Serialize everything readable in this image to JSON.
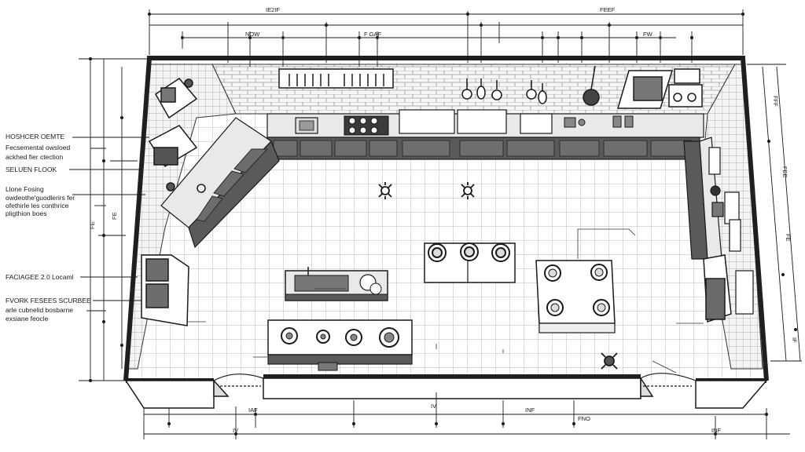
{
  "title": "",
  "colors": {
    "ink": "#1a1a1a",
    "wall": "#1f1f1f",
    "cabinet": "#5a5a5a",
    "floor": "#ffffff",
    "tile": "#b9b9b9"
  },
  "callouts": [
    {
      "lines": [
        "HOSHCER OEMTE"
      ]
    },
    {
      "lines": [
        "Fecsemental owsloed",
        "ackhed fier ctection"
      ]
    },
    {
      "lines": [
        "SELUEN FLOOK"
      ]
    },
    {
      "lines": [
        "Llone Fosing",
        "owdeothe'guodlerirs fer",
        "ofethirle les conthrice",
        "pligthion boes"
      ]
    },
    {
      "lines": [
        "FACIAGEE 2.0 Locaml"
      ]
    },
    {
      "lines": [
        "FVORK FESEES SCURBEE",
        "arle cubnelid bosbarne",
        "exsiane feocle"
      ]
    }
  ],
  "dimensions": {
    "top": [
      "IE2IF",
      "FEEF",
      "NOW",
      "F GAF",
      "FW"
    ],
    "bottom": [
      "IAF",
      "INF",
      "IV",
      "IV",
      "FNO",
      "INF"
    ],
    "left": [
      "FE",
      "FE"
    ],
    "right": [
      "FFF",
      "FEE",
      "FE",
      "IF"
    ]
  },
  "icons": [
    "sink-icon",
    "cooktop-icon",
    "range-icon",
    "refrigerator-icon",
    "dishwasher-icon",
    "hanging-pans-icon",
    "ceiling-light-icon",
    "bar-stool-icon",
    "door-swing-icon",
    "range-hood-icon"
  ]
}
